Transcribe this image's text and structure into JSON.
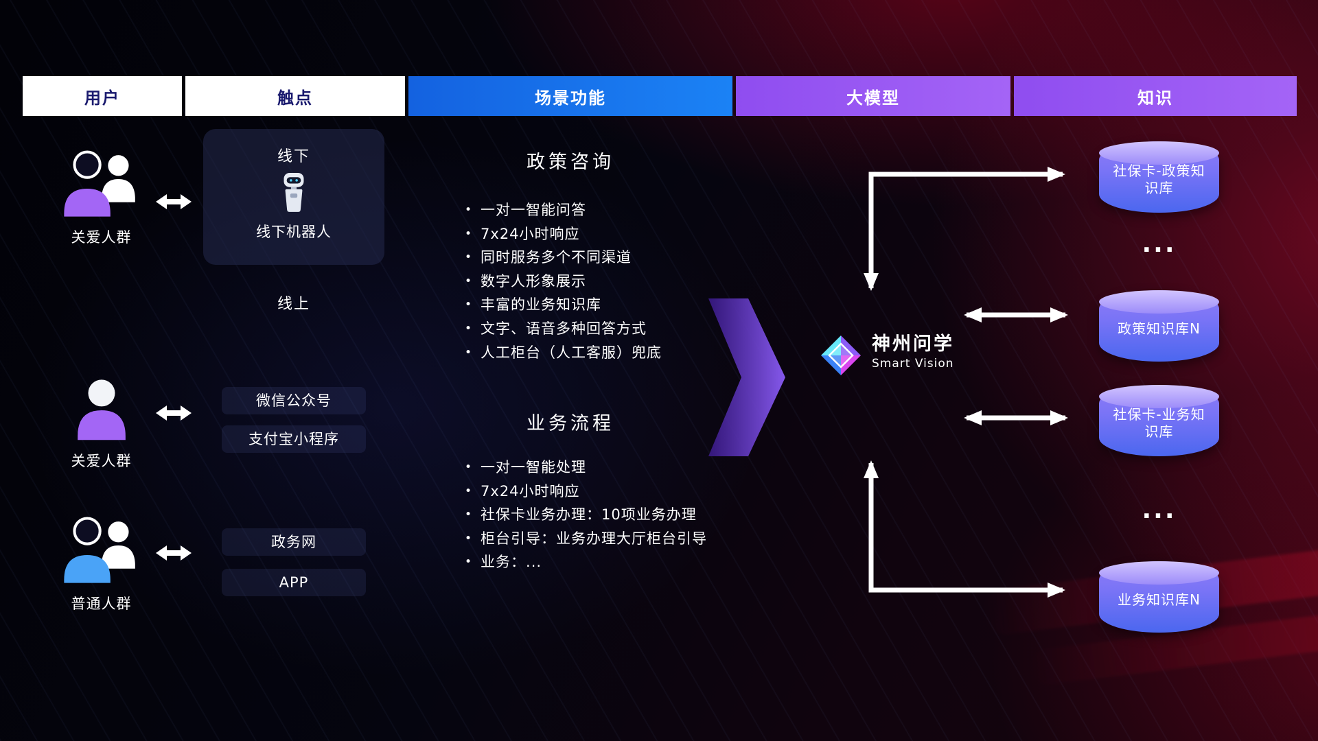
{
  "headers": [
    {
      "label": "用户"
    },
    {
      "label": "触点"
    },
    {
      "label": "场景功能"
    },
    {
      "label": "大模型"
    },
    {
      "label": "知识"
    }
  ],
  "users": {
    "groups": [
      {
        "label": "关爱人群",
        "icon": "group-people-purple-icon"
      },
      {
        "label": "关爱人群",
        "icon": "single-person-purple-icon"
      },
      {
        "label": "普通人群",
        "icon": "group-people-blue-icon"
      }
    ]
  },
  "touchpoints": {
    "offline": {
      "title": "线下",
      "robot_label": "线下机器人",
      "icon": "robot-icon"
    },
    "online": {
      "title": "线上",
      "channels": [
        "微信公众号",
        "支付宝小程序",
        "政务网",
        "APP"
      ]
    }
  },
  "scenario": {
    "sections": [
      {
        "title": "政策咨询",
        "items": [
          "一对一智能问答",
          "7x24小时响应",
          "同时服务多个不同渠道",
          "数字人形象展示",
          "丰富的业务知识库",
          "文字、语音多种回答方式",
          "人工柜台（人工客服）兜底"
        ]
      },
      {
        "title": "业务流程",
        "items": [
          "一对一智能处理",
          "7x24小时响应",
          "社保卡业务办理：10项业务办理",
          "柜台引导：业务办理大厅柜台引导",
          "业务：..."
        ]
      }
    ]
  },
  "model": {
    "name": "神州问学",
    "subtitle": "Smart Vision",
    "icon": "diamond-logo-icon"
  },
  "knowledge": {
    "databases": [
      {
        "label": "社保卡-政策知识库"
      },
      {
        "label": "政策知识库N"
      },
      {
        "label": "社保卡-业务知识库"
      },
      {
        "label": "业务知识库N"
      }
    ],
    "ellipsis": "..."
  },
  "colors": {
    "header_blue": "#1b82f5",
    "header_purple": "#9757f0",
    "cylinder_top": "#d2c4ff",
    "cylinder_bottom": "#4b67ef",
    "big_arrow_purple": "#7c3aed",
    "dark_text": "#1a1a6e"
  }
}
